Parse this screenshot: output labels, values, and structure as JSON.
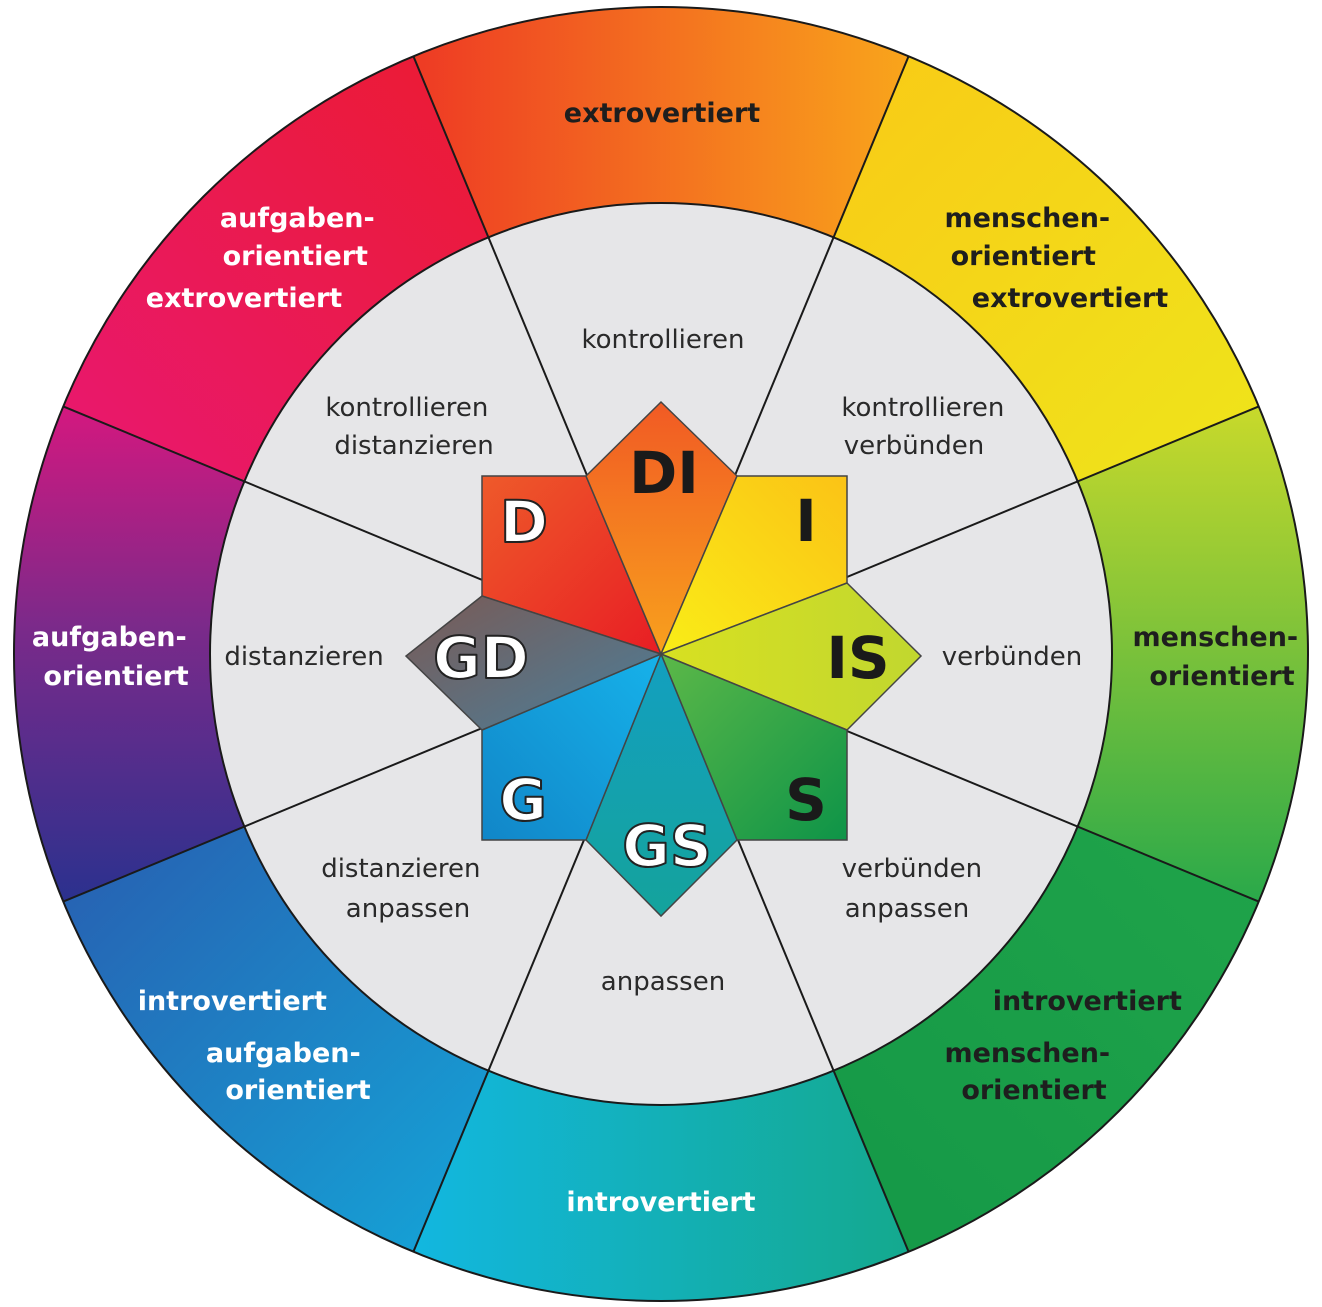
{
  "colors": {
    "red": "#ea1c24",
    "orange": "#f57f20",
    "yellow": "#f7ec13",
    "green": "#3fae49",
    "dark_green": "#16974a",
    "cyan": "#12b5d6",
    "blue": "#1a8ed6",
    "indigo": "#3a2d8c",
    "magenta": "#e5187e",
    "inner_fill": "#e6e6e8",
    "line": "#1a1a1a"
  },
  "outer_segments": [
    {
      "id": "top",
      "lines": [
        "extrovertiert"
      ]
    },
    {
      "id": "top-right",
      "lines": [
        "menschen-",
        "orientiert",
        "extrovertiert"
      ]
    },
    {
      "id": "right",
      "lines": [
        "menschen-",
        "orientiert"
      ]
    },
    {
      "id": "bottom-right",
      "lines": [
        "introvertiert",
        "menschen-",
        "orientiert"
      ]
    },
    {
      "id": "bottom",
      "lines": [
        "introvertiert"
      ]
    },
    {
      "id": "bottom-left",
      "lines": [
        "introvertiert",
        "aufgaben-",
        "orientiert"
      ]
    },
    {
      "id": "left",
      "lines": [
        "aufgaben-",
        "orientiert"
      ]
    },
    {
      "id": "top-left",
      "lines": [
        "aufgaben-",
        "orientiert",
        "extrovertiert"
      ]
    }
  ],
  "inner_segments": [
    {
      "id": "top",
      "lines": [
        "kontrollieren"
      ]
    },
    {
      "id": "top-right",
      "lines": [
        "kontrollieren",
        "verbünden"
      ]
    },
    {
      "id": "right",
      "lines": [
        "verbünden"
      ]
    },
    {
      "id": "bottom-right",
      "lines": [
        "verbünden",
        "anpassen"
      ]
    },
    {
      "id": "bottom",
      "lines": [
        "anpassen"
      ]
    },
    {
      "id": "bottom-left",
      "lines": [
        "distanzieren",
        "anpassen"
      ]
    },
    {
      "id": "left",
      "lines": [
        "distanzieren"
      ]
    },
    {
      "id": "top-left",
      "lines": [
        "kontrollieren",
        "distanzieren"
      ]
    }
  ],
  "types": {
    "D": "D",
    "DI": "DI",
    "I": "I",
    "IS": "IS",
    "S": "S",
    "GS": "GS",
    "G": "G",
    "GD": "GD"
  }
}
